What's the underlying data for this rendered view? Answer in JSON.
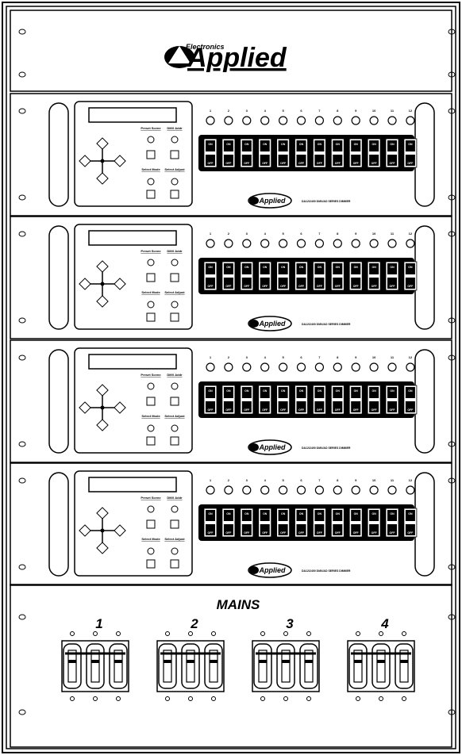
{
  "header": {
    "brand_small": "Electronics",
    "brand_large": "Applied"
  },
  "dimmer": {
    "channel_labels": [
      "1",
      "2",
      "3",
      "4",
      "5",
      "6",
      "7",
      "8",
      "9",
      "10",
      "11",
      "12"
    ],
    "button_labels": {
      "top_left": "Preset Scene",
      "top_right": "DMX Addr",
      "bottom_left": "Select Mode",
      "bottom_right": "Select Adjust"
    },
    "breaker_on": "ON",
    "breaker_off": "OFF",
    "logo_text": "Applied",
    "model_text": "DA12/2400 DMX/AD SERIES DIMMER"
  },
  "mains": {
    "title": "MAINS",
    "groups": [
      "1",
      "2",
      "3",
      "4"
    ]
  }
}
